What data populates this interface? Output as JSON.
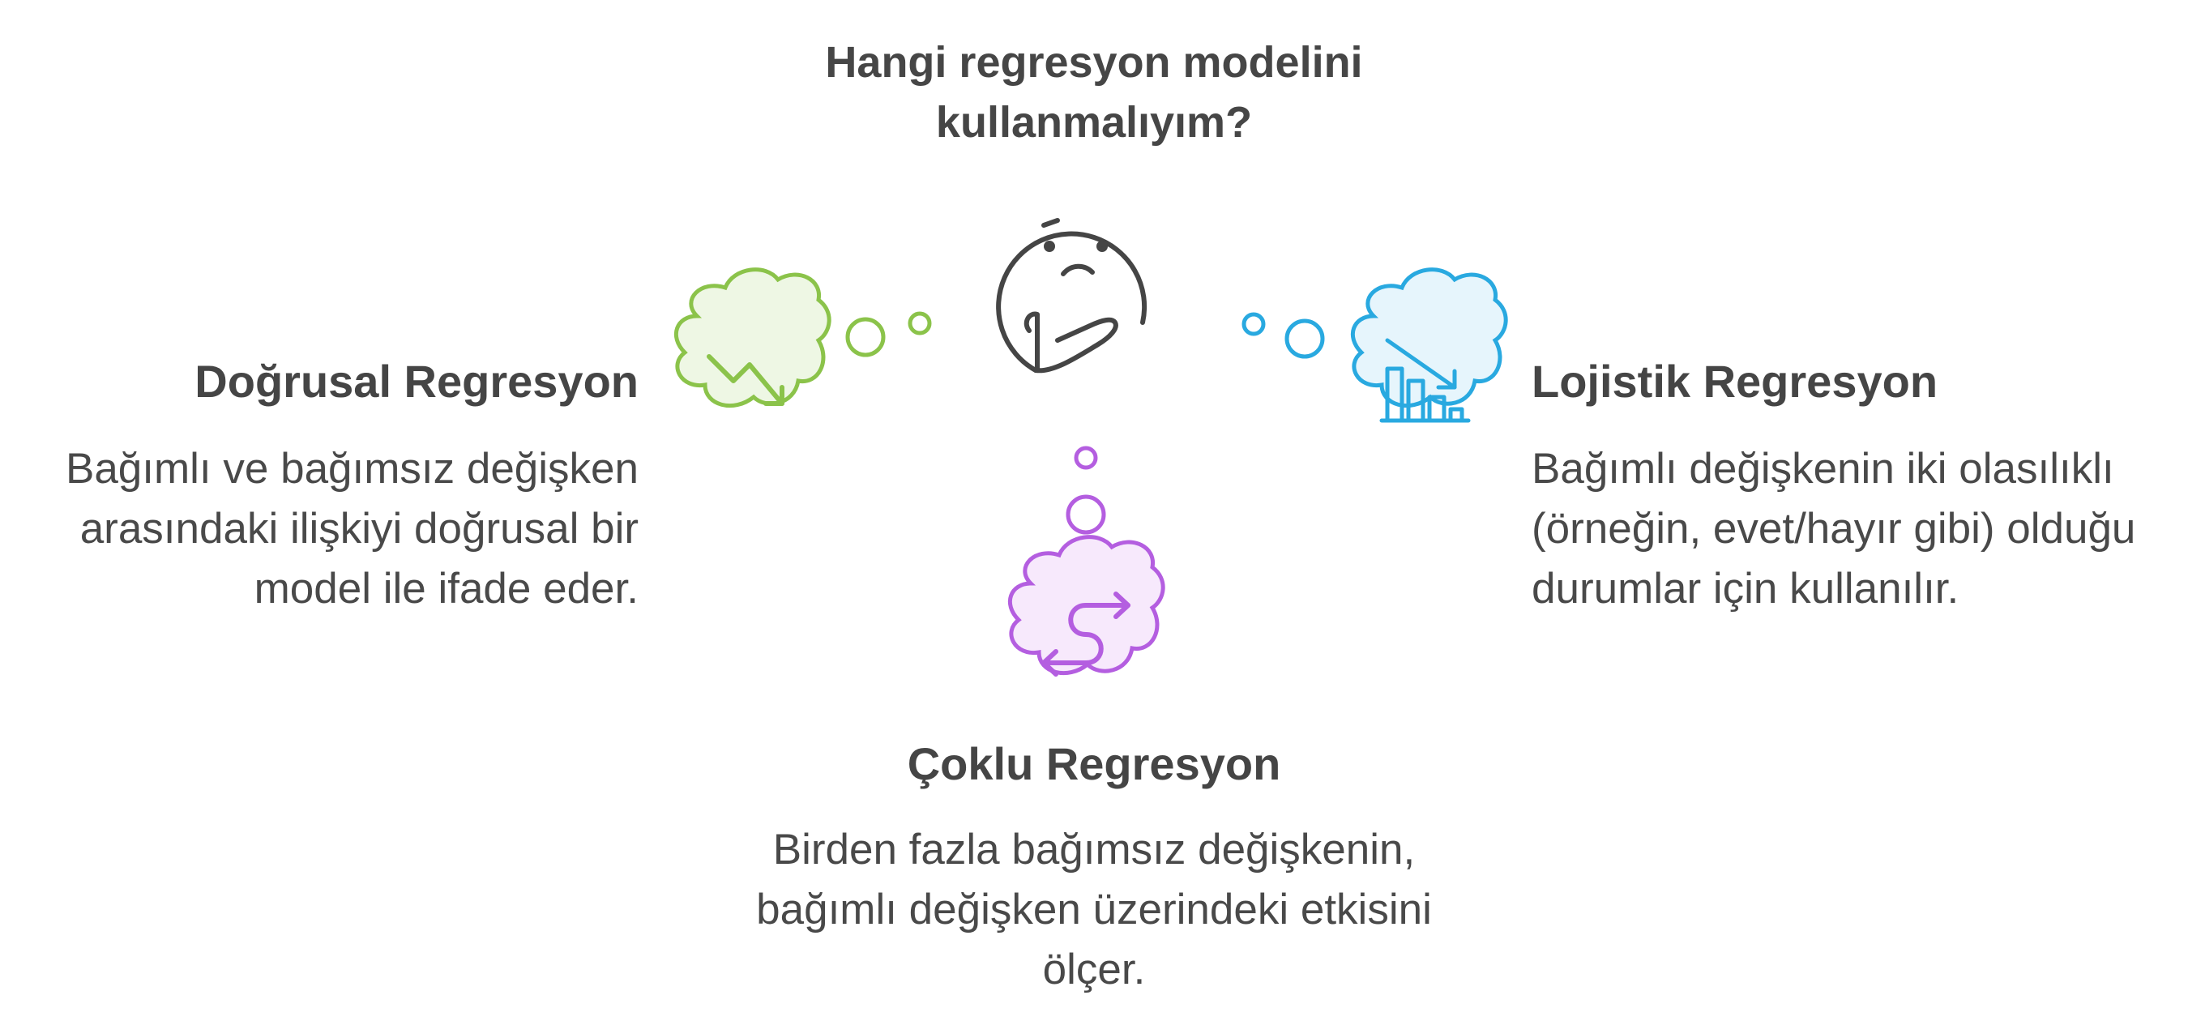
{
  "title": "Hangi regresyon modelini kullanmalıyım?",
  "options": {
    "linear": {
      "heading": "Doğrusal Regresyon",
      "description": "Bağımlı ve bağımsız değişken arasındaki ilişkiyi doğrusal bir model ile ifade eder.",
      "icon": "trend-down-arrow-icon",
      "color": "#8BC34A",
      "fill": "#EEF7E4"
    },
    "logistic": {
      "heading": "Lojistik Regresyon",
      "description": "Bağımlı değişkenin iki olasılıklı (örneğin, evet/hayır gibi) olduğu durumlar için kullanılır.",
      "icon": "bar-chart-decline-icon",
      "color": "#29A9E0",
      "fill": "#E6F5FC"
    },
    "multiple": {
      "heading": "Çoklu Regresyon",
      "description": "Birden fazla bağımsız değişkenin, bağımlı değişken üzerindeki etkisini ölçer.",
      "icon": "s-curve-arrows-icon",
      "color": "#B45EE0",
      "fill": "#F7E9FC"
    }
  },
  "center_icon": "thinking-face-icon",
  "center_color": "#454545"
}
